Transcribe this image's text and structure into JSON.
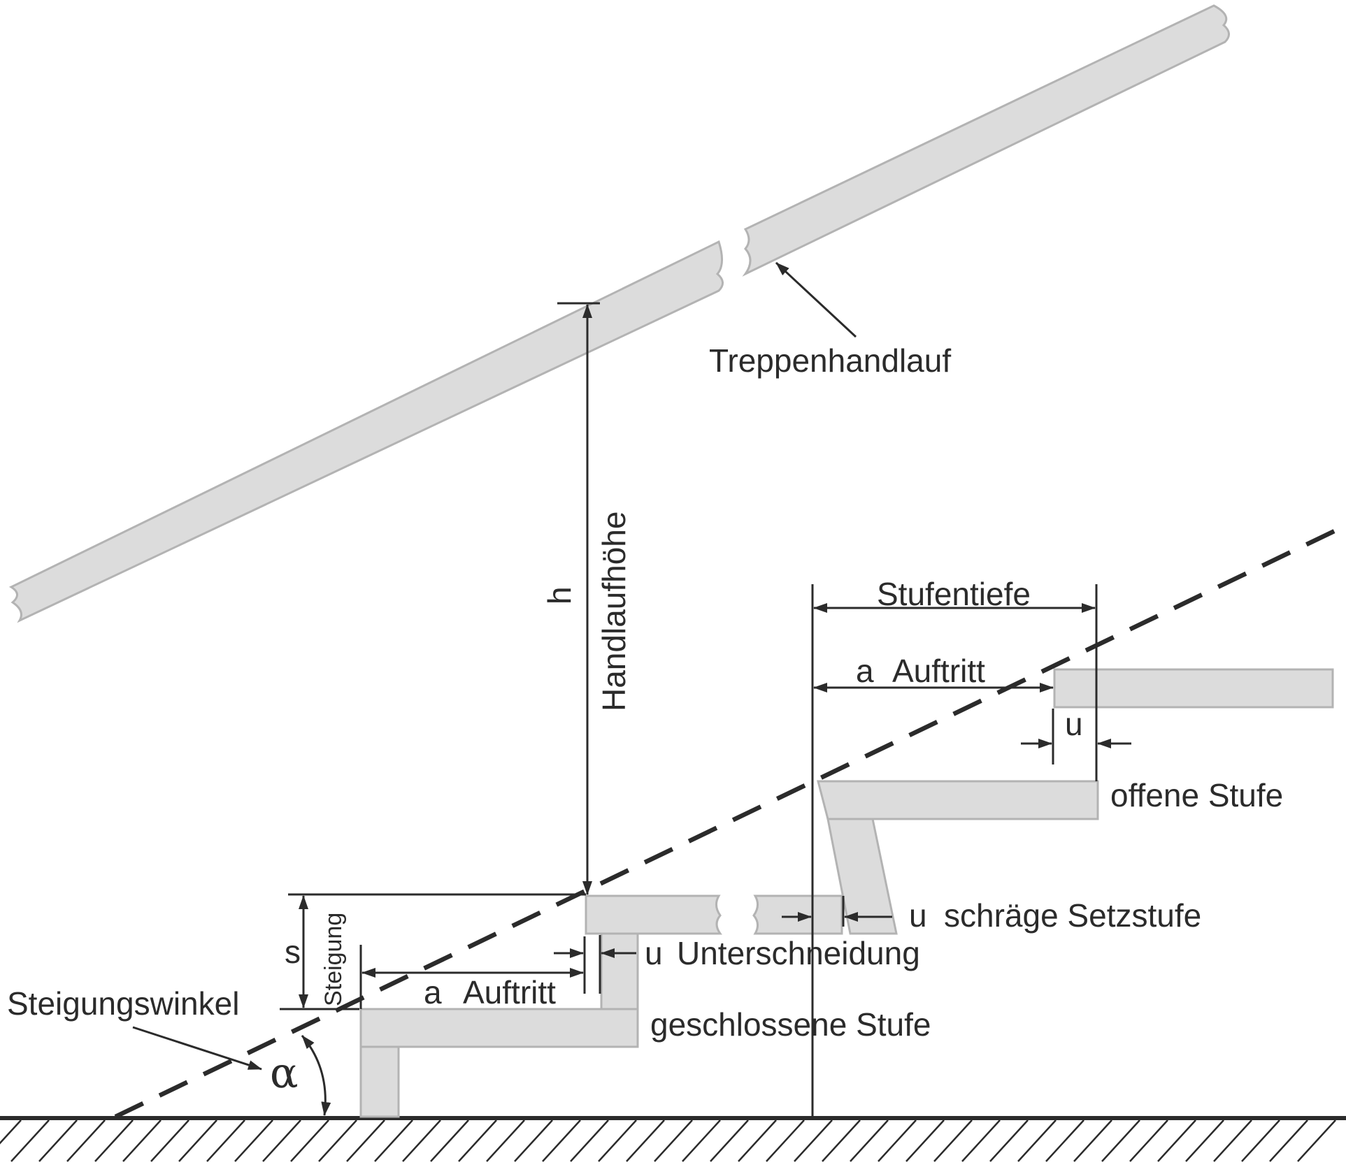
{
  "labels": {
    "handrail": "Treppenhandlauf",
    "handrail_height": "Handlaufhöhe",
    "h": "h",
    "step_depth": "Stufentiefe",
    "tread_a_upper": "a",
    "tread_upper": "Auftritt",
    "u_open": "u",
    "open_step": "offene Stufe",
    "u_inclined": "u",
    "inclined_riser": "schräge Setzstufe",
    "u_undercut": "u",
    "undercut": "Unterschneidung",
    "s": "s",
    "rise": "Steigung",
    "tread_a_lower": "a",
    "tread_lower": "Auftritt",
    "closed_step": "geschlossene Stufe",
    "pitch_angle": "Steigungswinkel",
    "alpha": "α"
  },
  "colors": {
    "line": "#2b2b2b",
    "part_fill": "#dcdcdc",
    "part_stroke": "#b3b3b3",
    "background": "#ffffff"
  }
}
